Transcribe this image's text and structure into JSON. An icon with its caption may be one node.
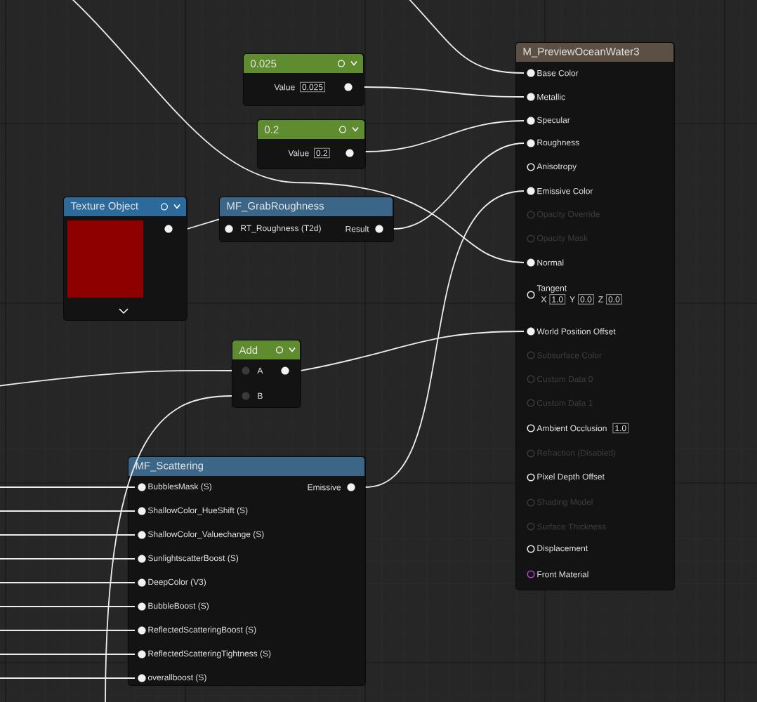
{
  "diagram": {
    "nodes": [
      {
        "text": [
          "0.025",
          "Value",
          "0.025"
        ]
      },
      {
        "text": [
          "0.2",
          "Value",
          "0.2"
        ]
      },
      {
        "text": [
          "Texture Object"
        ]
      },
      {
        "text": [
          "MF_GrabRoughness",
          "RT_Roughness (T2d)",
          "Result"
        ]
      },
      {
        "text": [
          "Add",
          "A",
          "B"
        ]
      },
      {
        "text": [
          "MF_Scattering",
          "Emissive"
        ]
      },
      {
        "text": [
          "BubblesMask (S)"
        ],
        "in": 5
      },
      {
        "text": [
          "ShallowColor_HueShift (S)"
        ],
        "in": 5
      },
      {
        "text": [
          "ShallowColor_Valuechange (S)"
        ],
        "in": 5
      },
      {
        "text": [
          "SunlightscatterBoost (S)"
        ],
        "in": 5
      },
      {
        "text": [
          "DeepColor (V3)"
        ],
        "in": 5
      },
      {
        "text": [
          "BubbleBoost (S)"
        ],
        "in": 5
      },
      {
        "text": [
          "ReflectedScatteringBoost (S)"
        ],
        "in": 5
      },
      {
        "text": [
          "ReflectedScatteringTightness (S)"
        ],
        "in": 5
      },
      {
        "text": [
          "overallboost (S)"
        ],
        "in": 5
      },
      {
        "text": [
          "M_PreviewOceanWater3"
        ]
      },
      {
        "text": [
          "Base Color"
        ],
        "in": 15
      },
      {
        "text": [
          "Metallic"
        ],
        "in": 15
      },
      {
        "text": [
          "Specular"
        ],
        "in": 15
      },
      {
        "text": [
          "Roughness"
        ],
        "in": 15
      },
      {
        "text": [
          "Anisotropy"
        ],
        "in": 15
      },
      {
        "text": [
          "Emissive Color"
        ],
        "in": 15
      },
      {
        "text": [
          "Opacity Override"
        ],
        "in": 15
      },
      {
        "text": [
          "Opacity Mask"
        ],
        "in": 15
      },
      {
        "text": [
          "Normal"
        ],
        "in": 15
      },
      {
        "text": [
          "Tangent",
          "X",
          "1.0",
          "Y",
          "0.0",
          "Z",
          "0.0"
        ],
        "in": 15
      },
      {
        "text": [
          "World Position Offset"
        ],
        "in": 15
      },
      {
        "text": [
          "Subsurface Color"
        ],
        "in": 15
      },
      {
        "text": [
          "Custom Data 0"
        ],
        "in": 15
      },
      {
        "text": [
          "Custom Data 1"
        ],
        "in": 15
      },
      {
        "text": [
          "Ambient Occlusion",
          "1.0"
        ],
        "in": 15
      },
      {
        "text": [
          "Refraction (Disabled)"
        ],
        "in": 15
      },
      {
        "text": [
          "Pixel Depth Offset"
        ],
        "in": 15
      },
      {
        "text": [
          "Shading Model"
        ],
        "in": 15
      },
      {
        "text": [
          "Surface Thickness"
        ],
        "in": 15
      },
      {
        "text": [
          "Displacement"
        ],
        "in": 15
      },
      {
        "text": [
          "Front Material"
        ],
        "in": 15
      }
    ],
    "edges": [
      {
        "from": 0,
        "to": 17,
        "arrow": "none"
      },
      {
        "from": 1,
        "to": 18,
        "arrow": "none"
      },
      {
        "from": 2,
        "to": 3,
        "arrow": "none"
      },
      {
        "from": 3,
        "to": 19,
        "arrow": "none"
      },
      {
        "from": null,
        "to": 16,
        "arrow": "none"
      },
      {
        "from": null,
        "to": 24,
        "arrow": "none"
      },
      {
        "from": 5,
        "to": 21,
        "arrow": "none"
      },
      {
        "from": 4,
        "to": 26,
        "arrow": "none"
      },
      {
        "from": null,
        "to": 4,
        "arrow": "none"
      },
      {
        "from": null,
        "to": 4,
        "arrow": "none"
      },
      {
        "from": null,
        "to": 6,
        "arrow": "none"
      },
      {
        "from": null,
        "to": 7,
        "arrow": "none"
      },
      {
        "from": null,
        "to": 8,
        "arrow": "none"
      },
      {
        "from": null,
        "to": 9,
        "arrow": "none"
      },
      {
        "from": null,
        "to": 10,
        "arrow": "none"
      },
      {
        "from": null,
        "to": 11,
        "arrow": "none"
      },
      {
        "from": null,
        "to": 12,
        "arrow": "none"
      },
      {
        "from": null,
        "to": 13,
        "arrow": "none"
      },
      {
        "from": null,
        "to": 14,
        "arrow": "none"
      }
    ]
  }
}
